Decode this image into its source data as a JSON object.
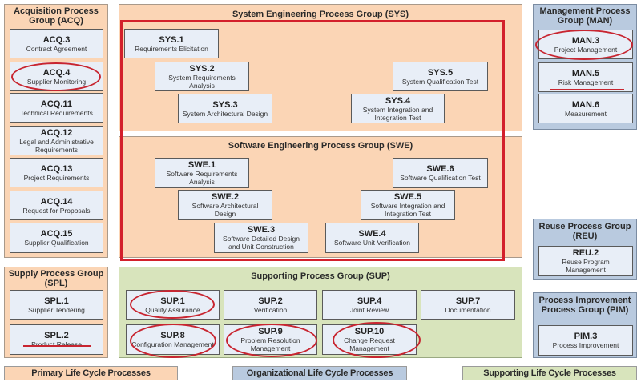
{
  "groups": [
    {
      "id": "ACQ",
      "title": "Acquisition Process Group (ACQ)",
      "color": "#fbd5b5",
      "processes": [
        {
          "id": "ACQ.3",
          "name": "Contract Agreement"
        },
        {
          "id": "ACQ.4",
          "name": "Supplier Monitoring",
          "marked": "circle"
        },
        {
          "id": "ACQ.11",
          "name": "Technical Requirements"
        },
        {
          "id": "ACQ.12",
          "name": "Legal and Administrative Requirements"
        },
        {
          "id": "ACQ.13",
          "name": "Project Requirements"
        },
        {
          "id": "ACQ.14",
          "name": "Request for Proposals"
        },
        {
          "id": "ACQ.15",
          "name": "Supplier Qualification"
        }
      ]
    },
    {
      "id": "SYS",
      "title": "System Engineering Process Group (SYS)",
      "color": "#fbd5b5",
      "processes": [
        {
          "id": "SYS.1",
          "name": "Requirements Elicitation"
        },
        {
          "id": "SYS.2",
          "name": "System Requirements Analysis"
        },
        {
          "id": "SYS.3",
          "name": "System Architectural Design"
        },
        {
          "id": "SYS.4",
          "name": "System Integration and Integration Test"
        },
        {
          "id": "SYS.5",
          "name": "System Qualification Test"
        }
      ]
    },
    {
      "id": "SWE",
      "title": "Software Engineering Process Group (SWE)",
      "color": "#fbd5b5",
      "processes": [
        {
          "id": "SWE.1",
          "name": "Software Requirements Analysis"
        },
        {
          "id": "SWE.2",
          "name": "Software Architectural Design"
        },
        {
          "id": "SWE.3",
          "name": "Software Detailed Design and Unit Construction"
        },
        {
          "id": "SWE.4",
          "name": "Software Unit Verification"
        },
        {
          "id": "SWE.5",
          "name": "Software Integration and Integration Test"
        },
        {
          "id": "SWE.6",
          "name": "Software Qualification Test"
        }
      ]
    },
    {
      "id": "MAN",
      "title": "Management Process Group (MAN)",
      "color": "#b9cadf",
      "processes": [
        {
          "id": "MAN.3",
          "name": "Project Management",
          "marked": "circle"
        },
        {
          "id": "MAN.5",
          "name": "Risk Management",
          "marked": "underline"
        },
        {
          "id": "MAN.6",
          "name": "Measurement"
        }
      ]
    },
    {
      "id": "REU",
      "title": "Reuse Process Group (REU)",
      "color": "#b9cadf",
      "processes": [
        {
          "id": "REU.2",
          "name": "Reuse Program Management"
        }
      ]
    },
    {
      "id": "PIM",
      "title": "Process Improvement Process Group (PIM)",
      "color": "#b9cadf",
      "processes": [
        {
          "id": "PIM.3",
          "name": "Process Improvement"
        }
      ]
    },
    {
      "id": "SPL",
      "title": "Supply Process Group (SPL)",
      "color": "#fbd5b5",
      "processes": [
        {
          "id": "SPL.1",
          "name": "Supplier Tendering"
        },
        {
          "id": "SPL.2",
          "name": "Product Release",
          "marked": "underline"
        }
      ]
    },
    {
      "id": "SUP",
      "title": "Supporting Process Group (SUP)",
      "color": "#d8e4bc",
      "processes": [
        {
          "id": "SUP.1",
          "name": "Quality Assurance",
          "marked": "circle"
        },
        {
          "id": "SUP.2",
          "name": "Verification"
        },
        {
          "id": "SUP.4",
          "name": "Joint Review"
        },
        {
          "id": "SUP.7",
          "name": "Documentation"
        },
        {
          "id": "SUP.8",
          "name": "Configuration Management",
          "marked": "circle"
        },
        {
          "id": "SUP.9",
          "name": "Problem Resolution Management",
          "marked": "circle"
        },
        {
          "id": "SUP.10",
          "name": "Change Request Management",
          "marked": "circle"
        }
      ]
    }
  ],
  "legend": [
    {
      "label": "Primary Life Cycle Processes",
      "color": "#fbd5b5"
    },
    {
      "label": "Organizational Life Cycle Processes",
      "color": "#b9cadf"
    },
    {
      "label": "Supporting Life Cycle Processes",
      "color": "#d8e4bc"
    }
  ],
  "highlight_color": "#d3202b"
}
